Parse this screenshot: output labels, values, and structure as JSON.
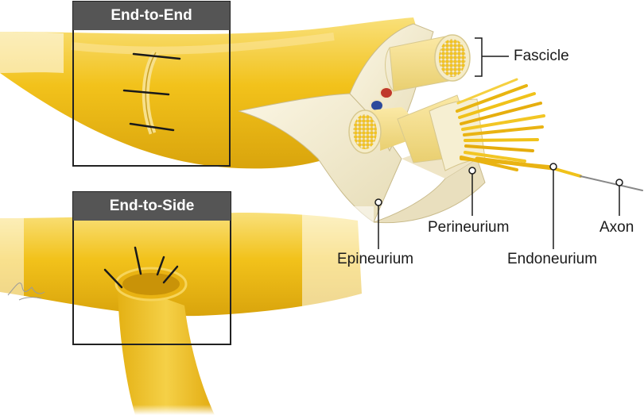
{
  "insets": {
    "end_to_end_title": "End-to-End",
    "end_to_side_title": "End-to-Side"
  },
  "labels": {
    "fascicle": "Fascicle",
    "epineurium": "Epineurium",
    "perineurium": "Perineurium",
    "endoneurium": "Endoneurium",
    "axon": "Axon"
  },
  "colors": {
    "nerve_yellow": "#f2c21b",
    "nerve_light": "#f7d95a",
    "sheath_cream": "#f3ecd2",
    "box_header": "#555555",
    "artery_red": "#c0392b",
    "vein_blue": "#2c4a9c"
  }
}
